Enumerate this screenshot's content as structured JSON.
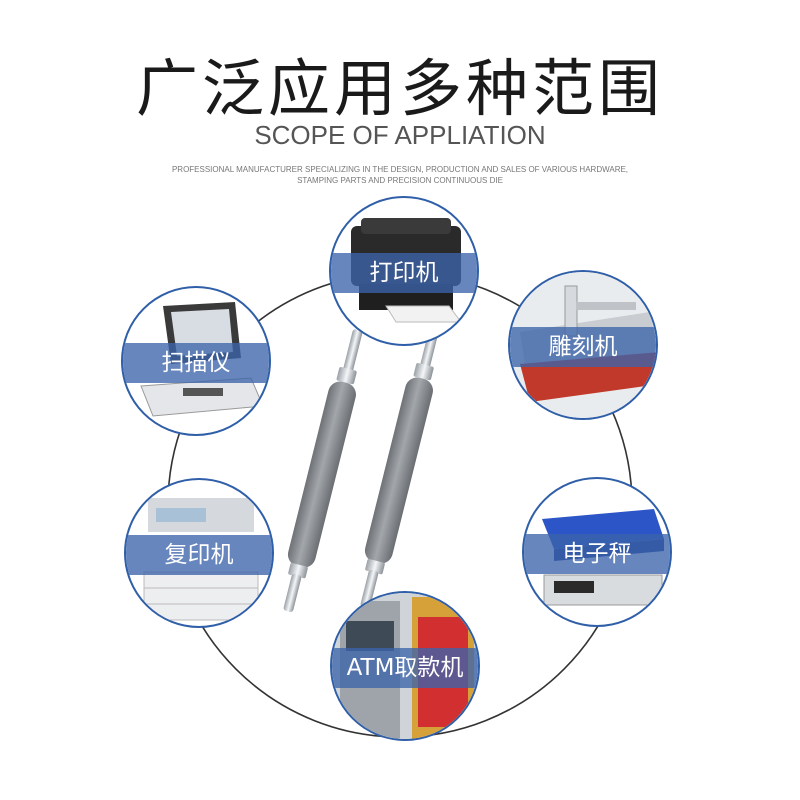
{
  "header": {
    "title": "广泛应用多种范围",
    "subtitle": "SCOPE OF APPLIATION",
    "description_line1": "PROFESSIONAL MANUFACTURER SPECIALIZING IN THE DESIGN, PRODUCTION AND SALES OF VARIOUS HARDWARE,",
    "description_line2": "STAMPING PARTS AND PRECISION CONTINUOUS DIE"
  },
  "applications": {
    "printer": "打印机",
    "scanner": "扫描仪",
    "engraver": "雕刻机",
    "copier": "复印机",
    "scale": "电子秤",
    "atm": "ATM取款机"
  },
  "product": {
    "icon": "rubber-roller-icon"
  },
  "colors": {
    "accent_blue": "#2f5fa8",
    "band_blue": "#3c64aa",
    "roller_gray": "#8a8d92"
  }
}
